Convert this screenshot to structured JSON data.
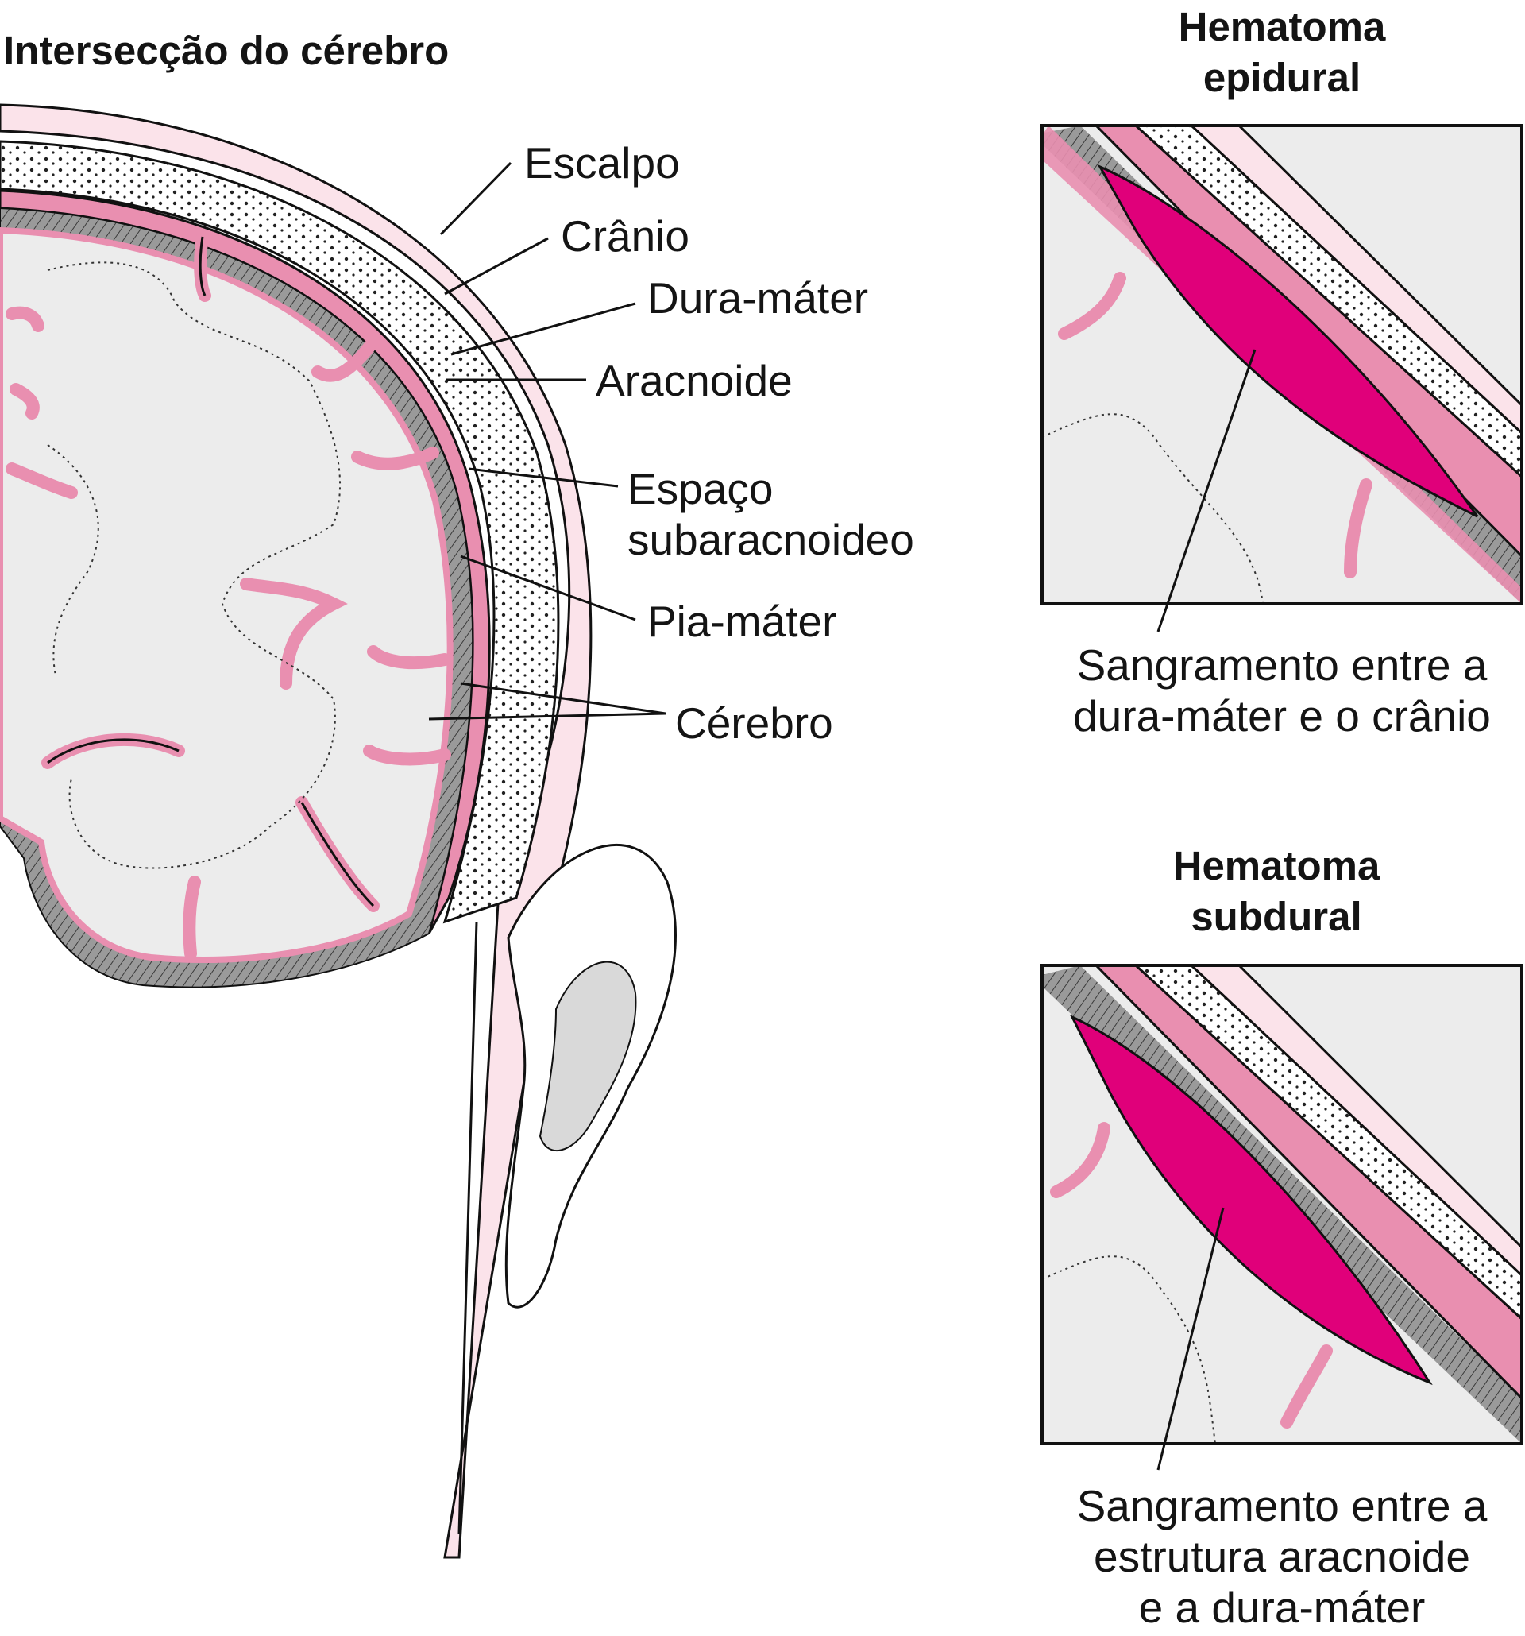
{
  "main_diagram": {
    "title": "Intersecção do cérebro",
    "labels": {
      "scalp": "Escalpo",
      "skull": "Crânio",
      "dura": "Dura-máter",
      "arachnoid": "Aracnoide",
      "subarachnoid_line1": "Espaço",
      "subarachnoid_line2": "subaracnoideo",
      "pia": "Pia-máter",
      "brain": "Cérebro"
    }
  },
  "epidural": {
    "title_line1": "Hematoma",
    "title_line2": "epidural",
    "caption_line1": "Sangramento entre a",
    "caption_line2": "dura-máter e o crânio"
  },
  "subdural": {
    "title_line1": "Hematoma",
    "title_line2": "subdural",
    "caption_line1": "Sangramento entre a",
    "caption_line2": "estrutura aracnoide",
    "caption_line3": "e a dura-máter"
  },
  "colors": {
    "scalp_pink": "#fbe3ea",
    "meninges_pink": "#e98fb0",
    "blood_magenta": "#e0007a",
    "brain_gray": "#ececec",
    "subarachnoid_gray": "#8f8f8f",
    "outline": "#111111"
  }
}
